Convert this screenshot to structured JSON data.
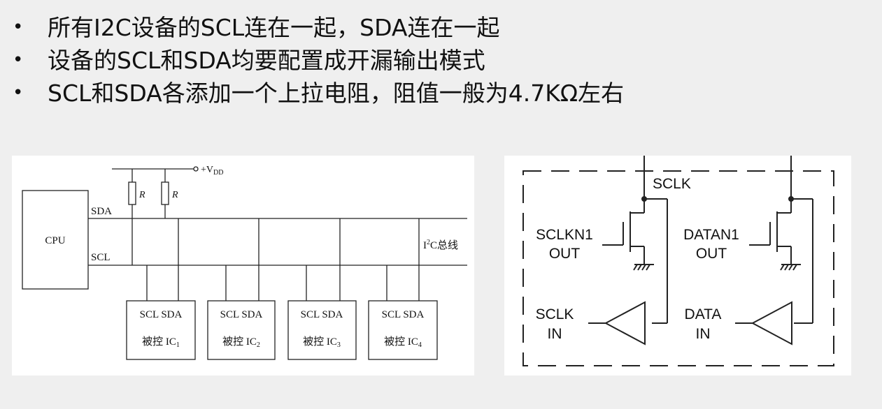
{
  "bullets": [
    "所有I2C设备的SCL连在一起，SDA连在一起",
    "设备的SCL和SDA均要配置成开漏输出模式",
    "SCL和SDA各添加一个上拉电阻，阻值一般为4.7KΩ左右"
  ],
  "bullet_glyph": "•",
  "left_diagram": {
    "vdd_label": "+V",
    "vdd_sub": "DD",
    "resistor_label": "R",
    "cpu_label": "CPU",
    "sda_label": "SDA",
    "scl_label": "SCL",
    "bus_label_prefix": "I",
    "bus_label_sup": "2",
    "bus_label_suffix": "C总线",
    "slaves": [
      {
        "pins": "SCL SDA",
        "name": "被控 IC",
        "sub": "1"
      },
      {
        "pins": "SCL SDA",
        "name": "被控 IC",
        "sub": "2"
      },
      {
        "pins": "SCL SDA",
        "name": "被控 IC",
        "sub": "3"
      },
      {
        "pins": "SCL SDA",
        "name": "被控 IC",
        "sub": "4"
      }
    ]
  },
  "right_diagram": {
    "top_label": "SCLK",
    "left_out_line1": "SCLKN1",
    "left_out_line2": "OUT",
    "right_out_line1": "DATAN1",
    "right_out_line2": "OUT",
    "left_in_line1": "SCLK",
    "left_in_line2": "IN",
    "right_in_line1": "DATA",
    "right_in_line2": "IN"
  }
}
